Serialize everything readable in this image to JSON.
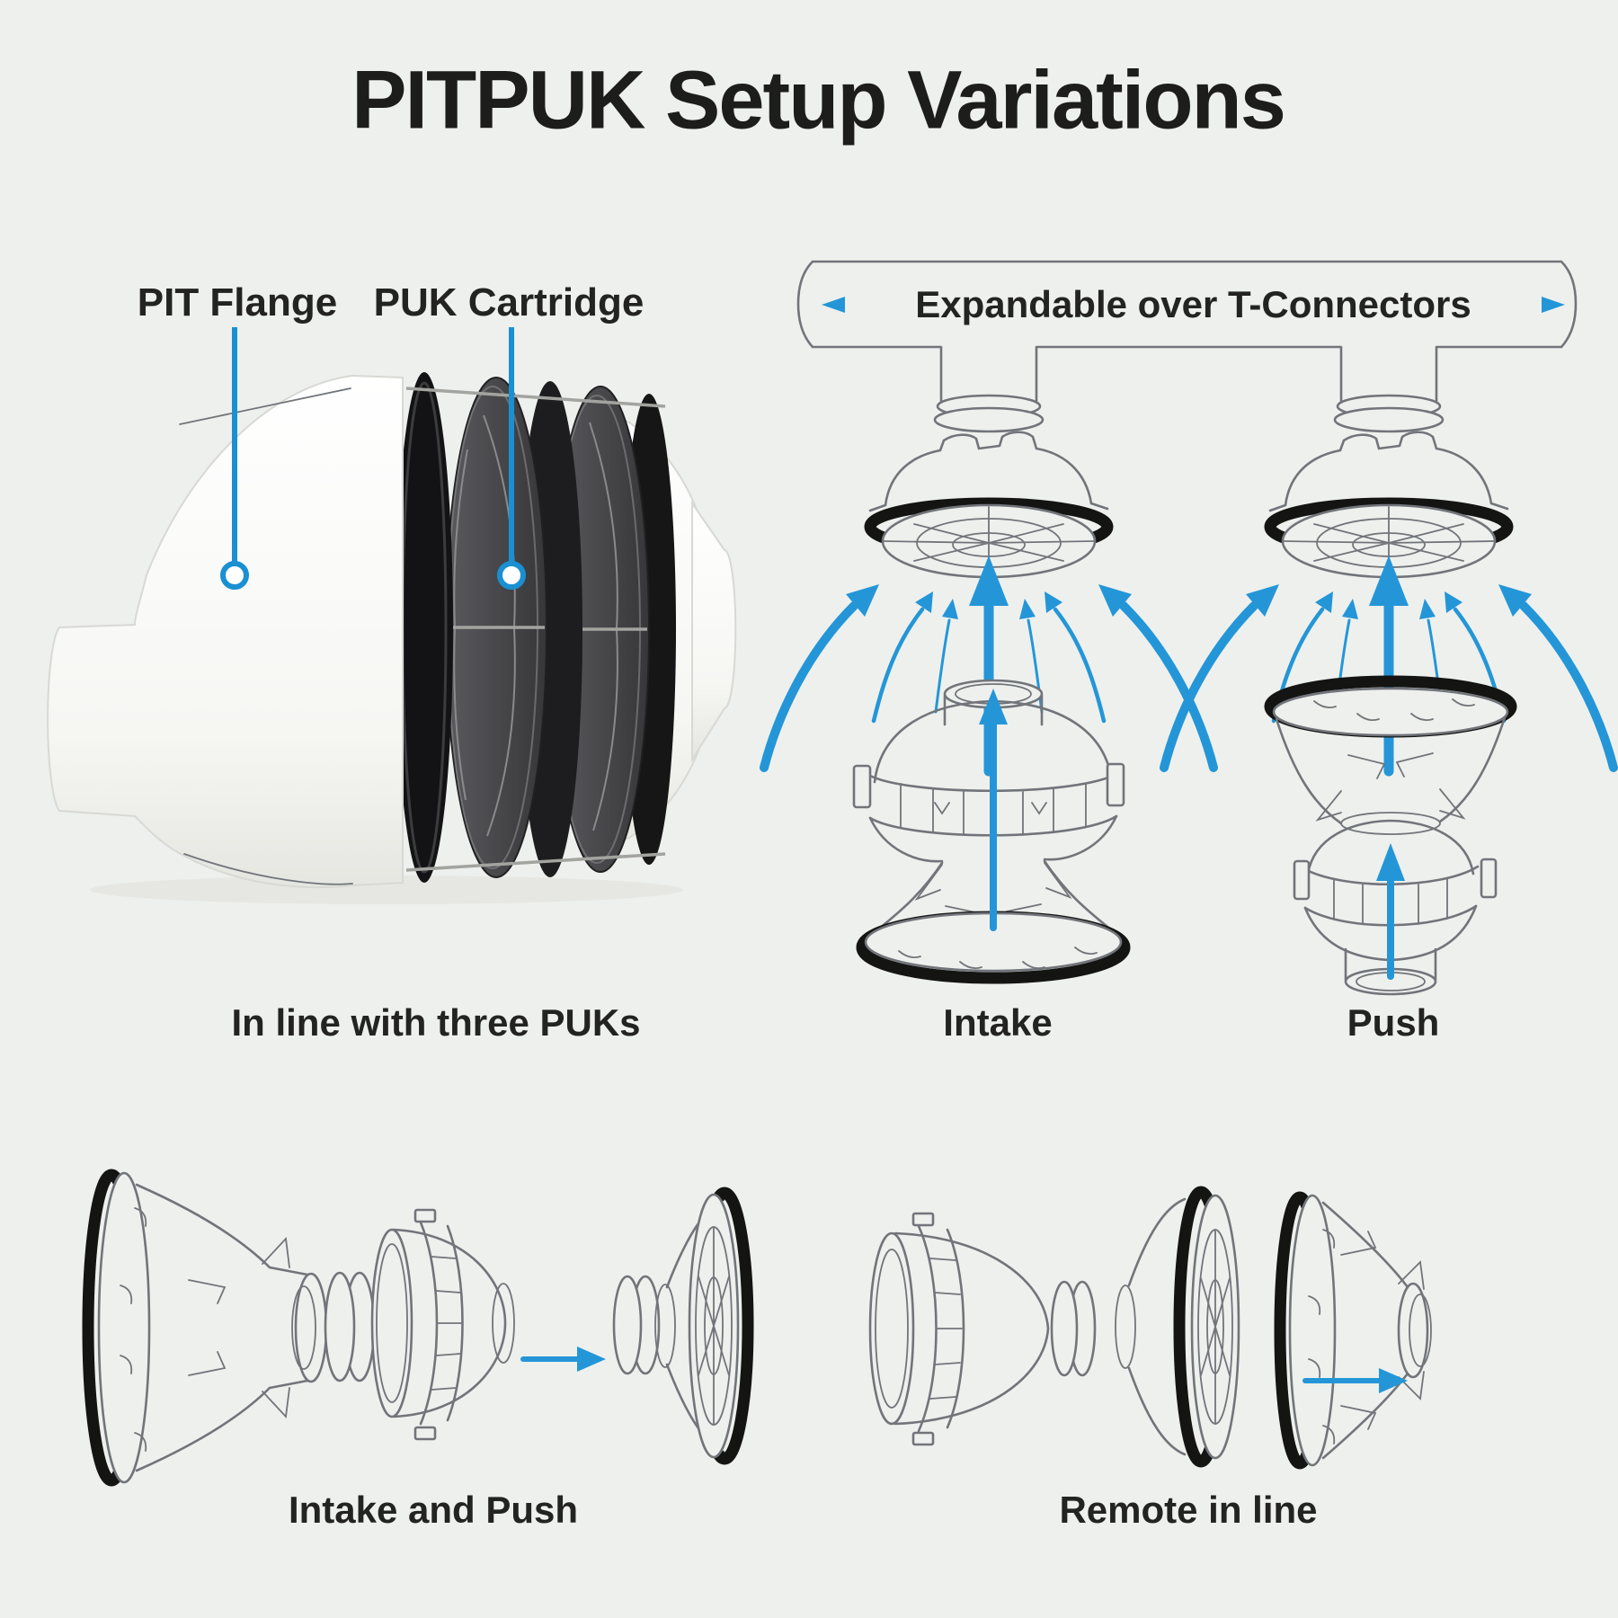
{
  "title": "PITPUK Setup Variations",
  "product": {
    "label_pit": "PIT Flange",
    "label_puk": "PUK Cartridge",
    "caption": "In line with three PUKs"
  },
  "expandable": {
    "label": "Expandable over T-Connectors"
  },
  "variations": {
    "intake": "Intake",
    "push": "Push",
    "intake_and_push": "Intake and Push",
    "remote_in_line": "Remote in line"
  },
  "colors": {
    "background": "#eef0ed",
    "accent_blue": "#2496d8",
    "leader_blue": "#1a90d2",
    "line_gray": "#71757a",
    "black_ring": "#141413",
    "text": "#232321",
    "title": "#1d1d1b"
  }
}
